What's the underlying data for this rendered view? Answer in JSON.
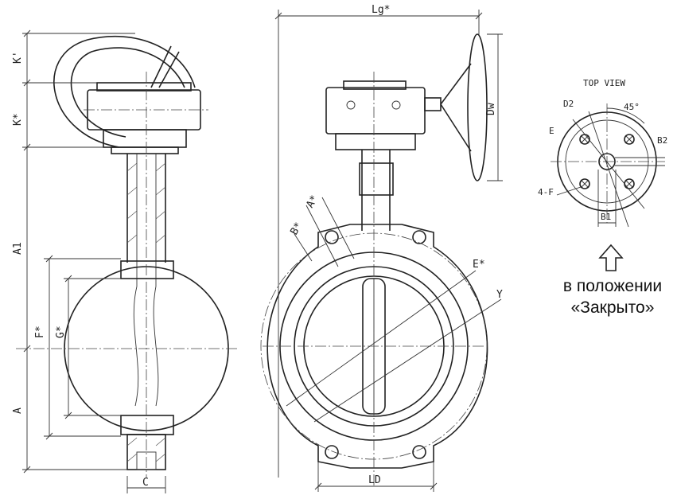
{
  "labels": {
    "k_prime": "K'",
    "k": "K*",
    "a1": "A1",
    "a": "A",
    "f": "F*",
    "g": "G*",
    "c": "C",
    "lg": "Lg*",
    "dw": "Dw",
    "a_star": "A*",
    "b_star": "B*",
    "e_star": "E*",
    "y": "Y",
    "ld": "LD",
    "top_view": "TOP VIEW",
    "d2": "D2",
    "angle": "45°",
    "e": "E",
    "b2": "B2",
    "four_f": "4-F",
    "b1": "B1"
  },
  "caption": {
    "line1": "в положении",
    "line2": "«Закрыто»"
  },
  "colors": {
    "line": "#222222",
    "background": "#ffffff"
  },
  "icons": {
    "position_arrow": "up-arrow-icon"
  }
}
